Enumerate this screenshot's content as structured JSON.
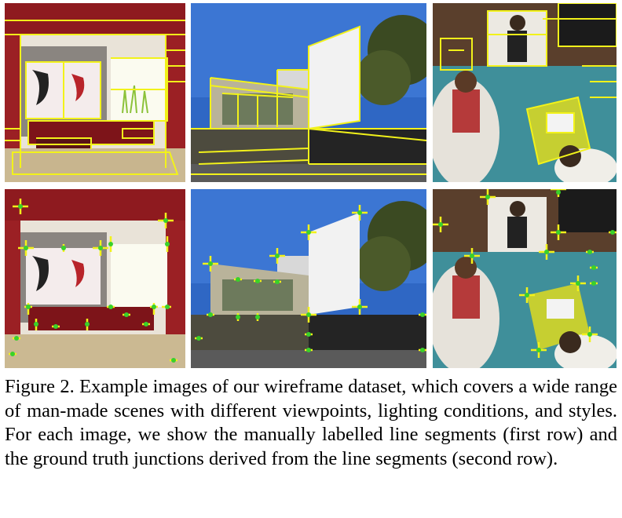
{
  "figure": {
    "caption_label": "Figure 2.",
    "caption_text": "Example images of our wireframe dataset, which covers a wide range of man-made scenes with different viewpoints, lighting conditions, and styles. For each image, we show the manually labelled line segments (first row) and the ground truth junctions derived from the line segments (second row).",
    "rows": [
      {
        "name": "line segments",
        "annotation": "segments"
      },
      {
        "name": "junctions",
        "annotation": "junctions"
      }
    ],
    "scenes": [
      "living-room",
      "modern-house-exterior",
      "lounge-with-people"
    ],
    "colors": {
      "annotation": "#f2f21a",
      "junction": "#39d12b",
      "wall_red": "#8e1a1f",
      "sky": "#2f67c4",
      "house_white": "#eeeeee",
      "floor": "#c7b48e",
      "carpet": "#3f8f9a",
      "chair": "#ece9e2",
      "table": "#c6cf31"
    }
  }
}
